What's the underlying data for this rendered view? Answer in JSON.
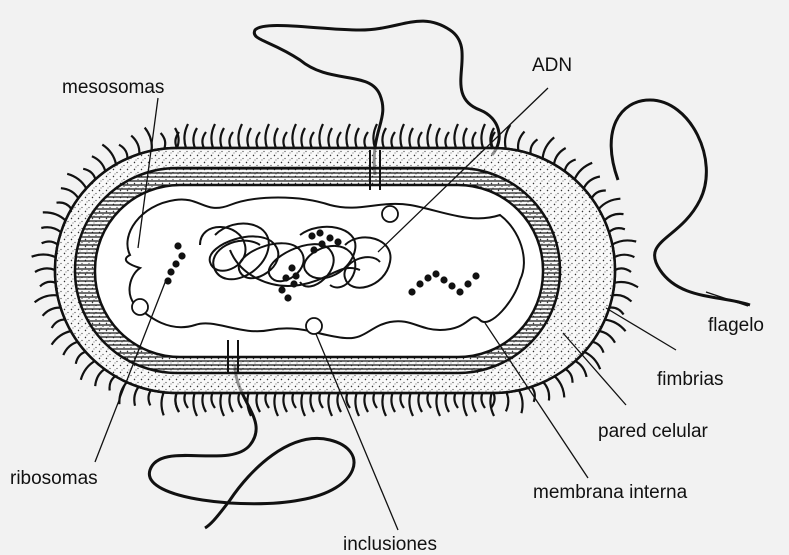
{
  "labels": {
    "mesosomas": "mesosomas",
    "adn": "ADN",
    "flagelo": "flagelo",
    "fimbrias": "fimbrias",
    "pared_celular": "pared celular",
    "membrana_interna": "membrana interna",
    "inclusiones": "inclusiones",
    "ribosomas": "ribosomas"
  },
  "colors": {
    "background": "#f2f2f2",
    "ink": "#111111",
    "cell_fill": "#ffffff",
    "stipple": "#333333"
  }
}
